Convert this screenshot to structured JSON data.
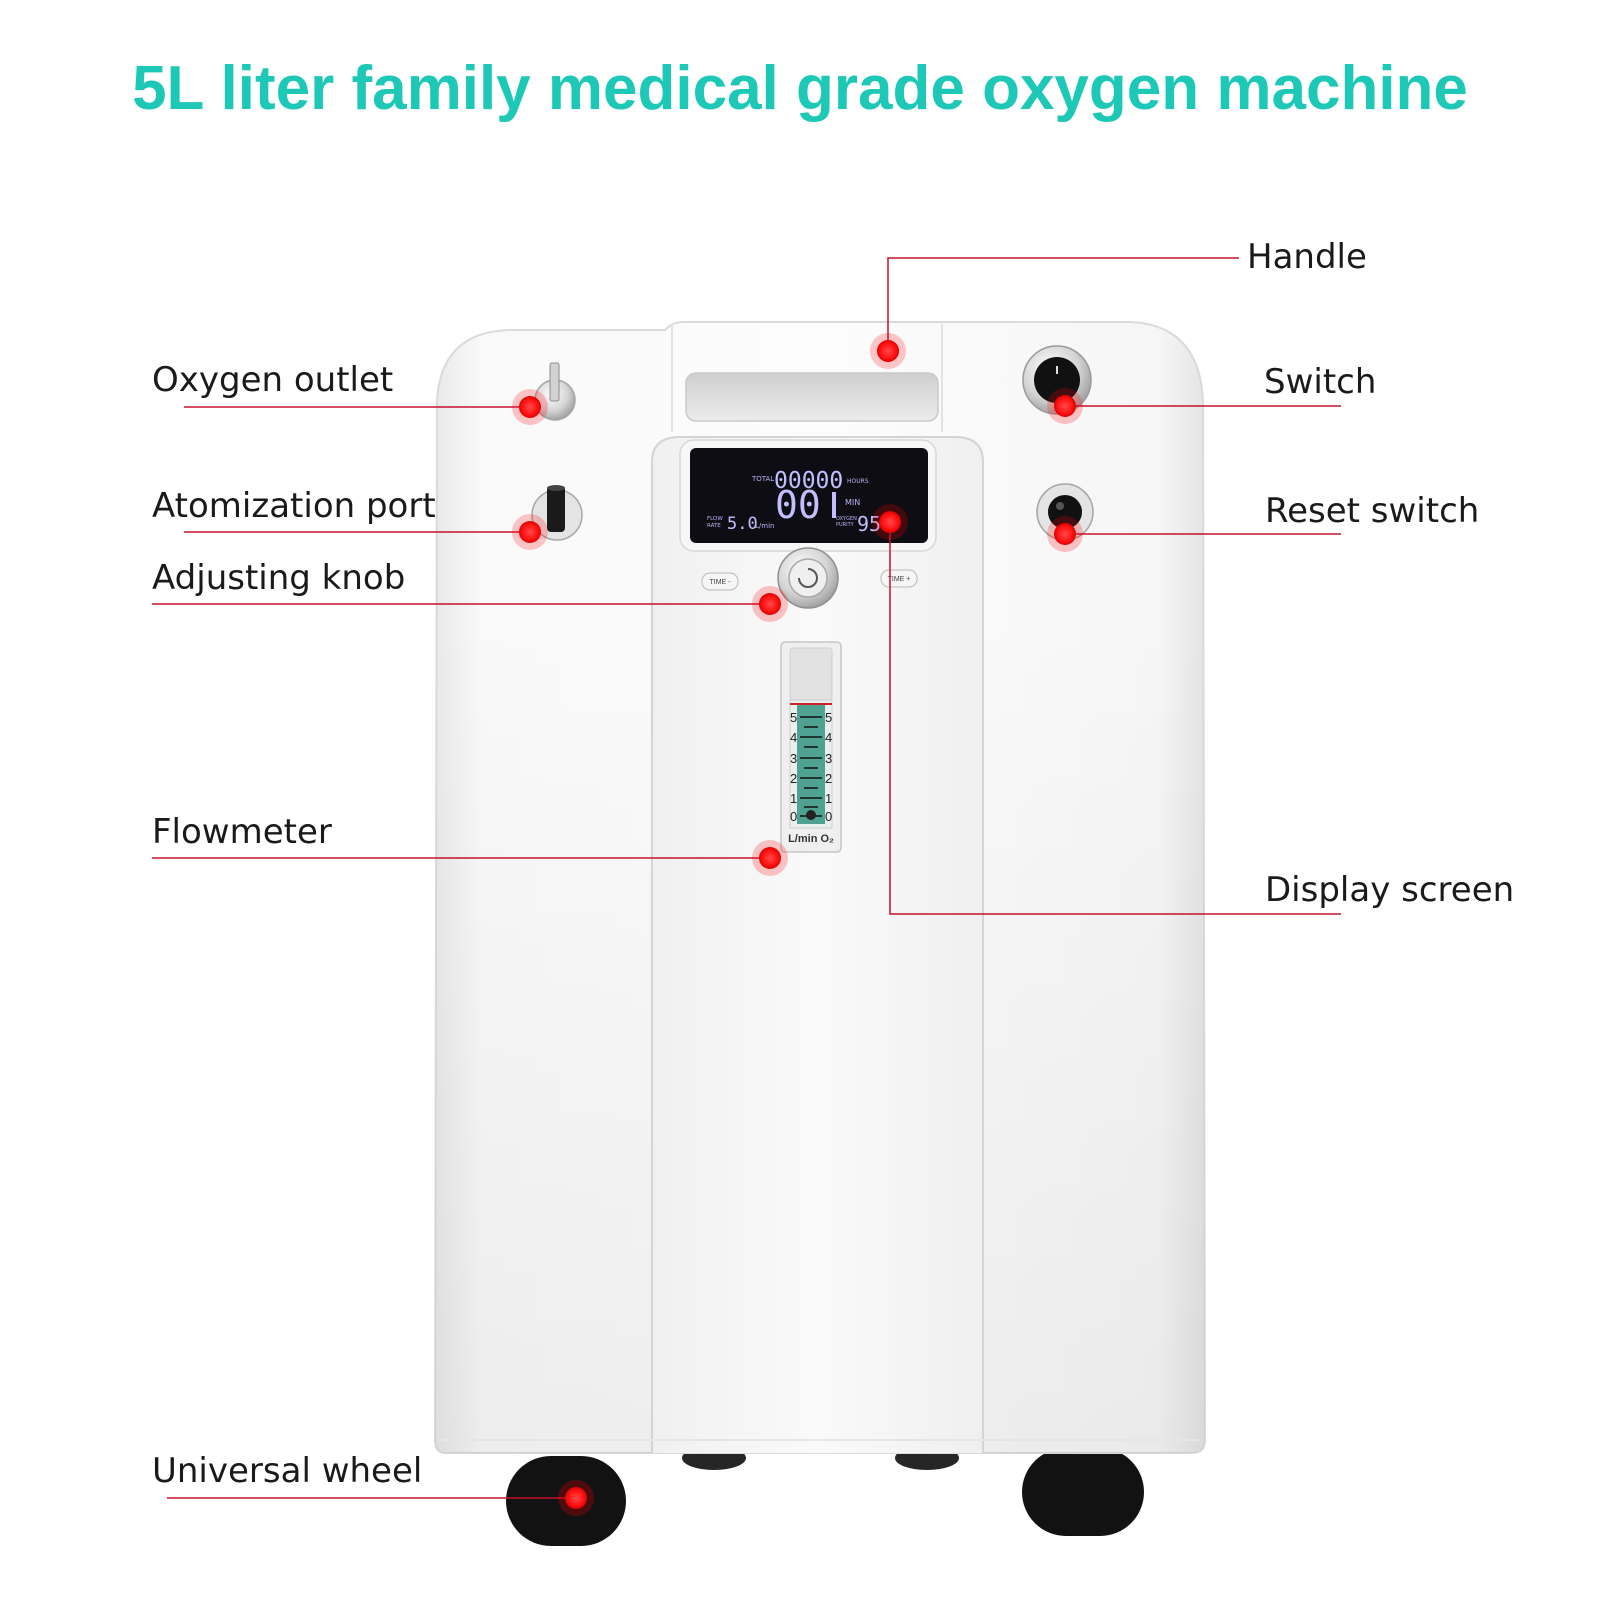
{
  "title": "5L liter family medical grade oxygen machine",
  "colors": {
    "title": "#1ec8b6",
    "callout_line": "#c8102e",
    "callout_dot": "#ff1a1a"
  },
  "labels": {
    "handle": "Handle",
    "oxygen_outlet": "Oxygen outlet",
    "switch": "Switch",
    "atomization_port": "Atomization port",
    "reset_switch": "Reset switch",
    "adjusting_knob": "Adjusting knob",
    "flowmeter": "Flowmeter",
    "display_screen": "Display screen",
    "universal_wheel": "Universal wheel"
  },
  "display": {
    "total_label": "TOTAL",
    "hours_value": "00000",
    "hours_unit": "HOURS",
    "minutes_value": "00",
    "minutes_unit": "MIN",
    "flow_label_1": "FLOW",
    "flow_label_2": "RATE",
    "flow_value": "5.0",
    "flow_unit": "L/min",
    "purity_label_1": "OXYGEN",
    "purity_label_2": "PURITY",
    "purity_value": "95"
  },
  "buttons": {
    "time_minus": "TIME -",
    "time_plus": "TIME +"
  },
  "flowmeter": {
    "scale": [
      "5",
      "4",
      "3",
      "2",
      "1",
      "0"
    ],
    "unit": "L/min O₂"
  }
}
